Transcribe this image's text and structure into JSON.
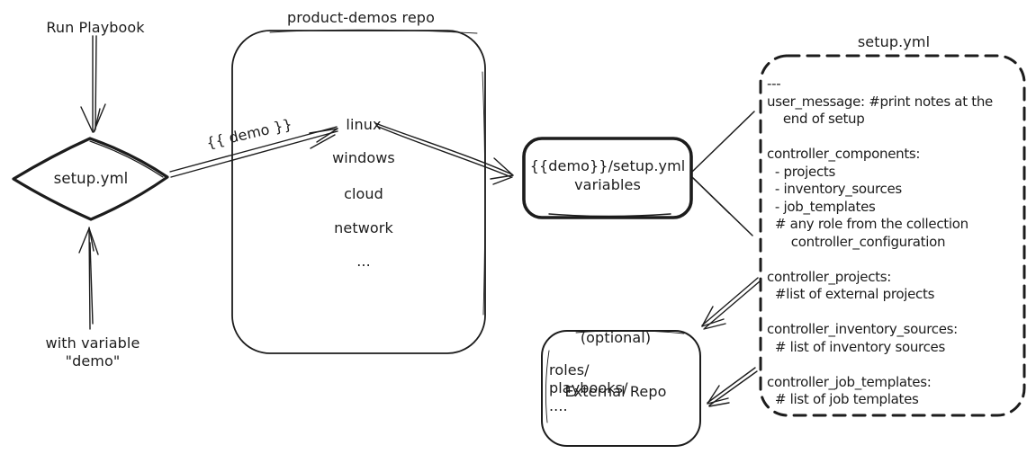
{
  "colors": {
    "ink": "#1c1c1c",
    "background": "#ffffff"
  },
  "flow": {
    "run_playbook_label": "Run Playbook",
    "setup_diamond_label": "setup.yml",
    "with_variable_note": [
      "with variable",
      "\"demo\""
    ],
    "demo_arrow_label": "{{ demo }}"
  },
  "product_demos_repo": {
    "title": "product-demos repo",
    "items": [
      "linux",
      "windows",
      "cloud",
      "network",
      "..."
    ]
  },
  "variables_box": {
    "lines": [
      "{{demo}}/setup.yml",
      "variables"
    ]
  },
  "setup_yml_file": {
    "title": "setup.yml",
    "content_lines": [
      "---",
      "user_message: #print notes at the",
      "    end of setup",
      "",
      "controller_components:",
      "  - projects",
      "  - inventory_sources",
      "  - job_templates",
      "  # any role from the collection",
      "      controller_configuration",
      "",
      "controller_projects:",
      "  #list of external projects",
      "",
      "controller_inventory_sources:",
      "  # list of inventory sources",
      "",
      "controller_job_templates:",
      "  # list of job templates"
    ]
  },
  "external_repo": {
    "note": "(optional)",
    "title": "External Repo",
    "content_lines": [
      "roles/",
      "playbooks/",
      "...."
    ]
  }
}
